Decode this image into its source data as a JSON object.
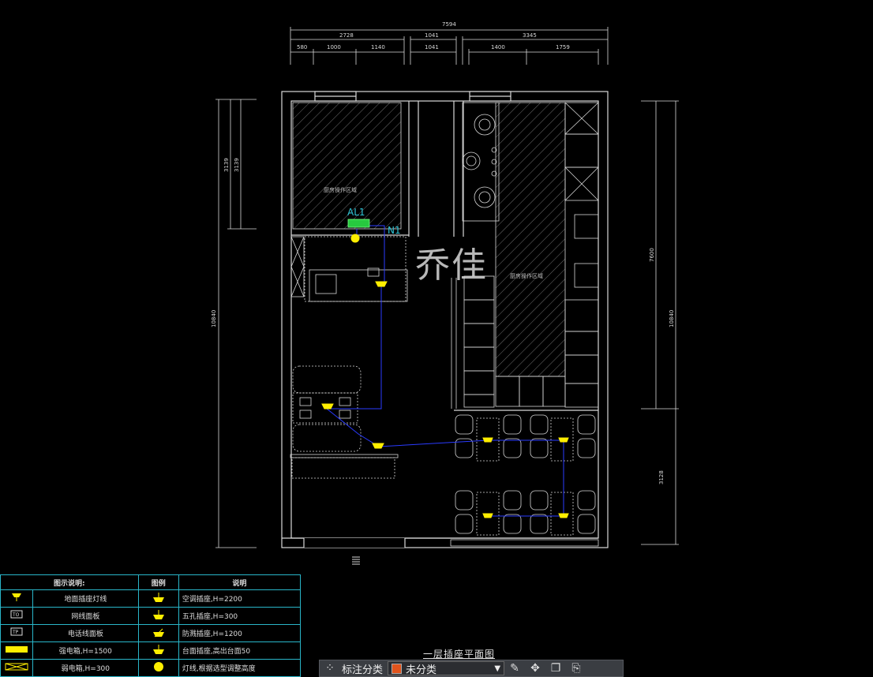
{
  "dims_top": {
    "overall": "7594",
    "row2": [
      "2728",
      "1041",
      "3345"
    ],
    "row3": [
      "580",
      "1000",
      "1140",
      "1041",
      "1400",
      "1759"
    ]
  },
  "dims_left": {
    "outer": "10840",
    "a": "3139",
    "b": "3139"
  },
  "dims_right": {
    "outer": "10840",
    "a": "7600",
    "b": "3128"
  },
  "plan": {
    "panel_label": "AL1",
    "circuit_label": "N1",
    "hatch_label_left": "厨房操作区域",
    "hatch_label_right": "厨房操作区域",
    "watermark": "乔佳",
    "sheet_title": "一层插座平面图"
  },
  "legend": {
    "head_symbol_desc": "图示说明:",
    "head_symbol": "图例",
    "head_desc": "说明",
    "rows": [
      {
        "left_icon": "floor-socket-icon",
        "left_text": "地面插座灯线",
        "right_icon": "ac-socket-icon",
        "right_text": "空调插座,H=2200"
      },
      {
        "left_icon": "network-panel-icon",
        "left_code": "TO",
        "left_text": "网线面板",
        "right_icon": "five-hole-socket-icon",
        "right_text": "五孔插座,H=300"
      },
      {
        "left_icon": "phone-panel-icon",
        "left_code": "TP",
        "left_text": "电话线面板",
        "right_icon": "waterproof-socket-icon",
        "right_text": "防溅插座,H=1200"
      },
      {
        "left_icon": "strong-box-icon",
        "left_text": "强电箱,H=1500",
        "right_icon": "counter-socket-icon",
        "right_text": "台面插座,高出台面50"
      },
      {
        "left_icon": "weak-box-icon",
        "left_text": "弱电箱,H=300",
        "right_icon": "lamp-wire-icon",
        "right_text": "灯线,根据选型调整高度"
      }
    ]
  },
  "toolbar": {
    "label": "标注分类",
    "selected": "未分类",
    "swatch_color": "#e0541d"
  },
  "colors": {
    "wall": "#d8d8d8",
    "dim": "#d8d8d8",
    "dim_text": "#2ec4d6",
    "wire": "#2a3bff",
    "socket": "#ffee00",
    "panel": "#27c93f",
    "table_border": "#29b6c9"
  }
}
